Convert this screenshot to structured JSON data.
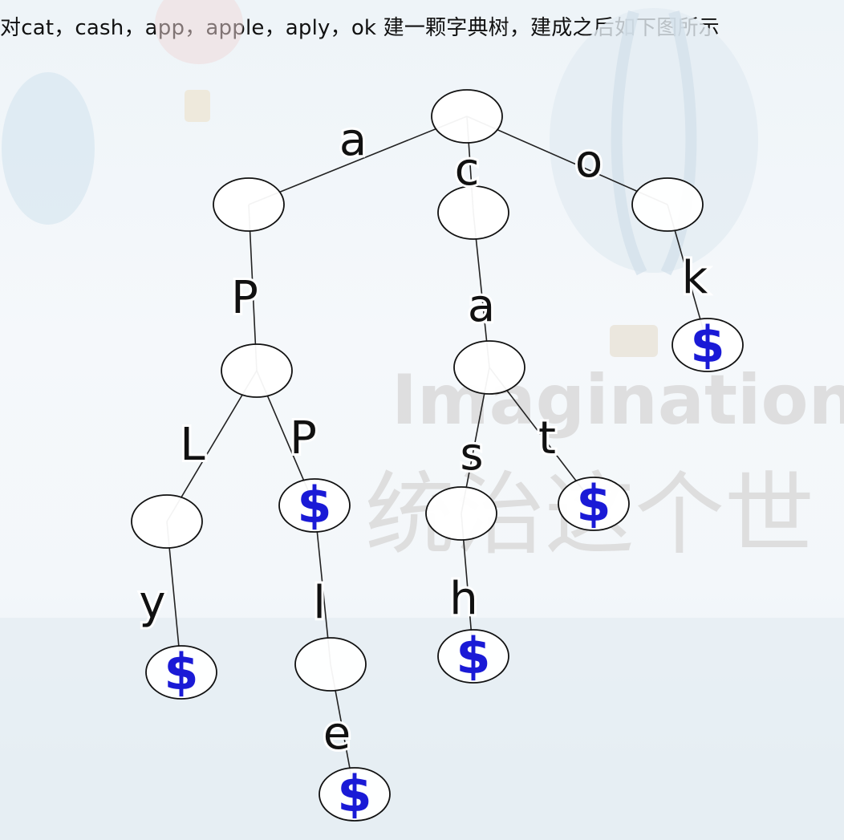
{
  "caption": "对cat，cash，app，apple，aply，ok 建一颗字典树，建成之后如下图所示",
  "watermark": {
    "line1": "Imagination",
    "line2": "统治这个世"
  },
  "colors": {
    "node_stroke": "#111111",
    "edge": "#222222",
    "label": "#111111",
    "end_mark": "#1a1ad6",
    "watermark": "#dcdcdc"
  },
  "tree": {
    "nodes": [
      {
        "id": "root",
        "end": false
      },
      {
        "id": "a",
        "end": false
      },
      {
        "id": "c",
        "end": false
      },
      {
        "id": "o",
        "end": false
      },
      {
        "id": "ap",
        "end": false
      },
      {
        "id": "ca",
        "end": false
      },
      {
        "id": "ok",
        "end": true,
        "mark": "$"
      },
      {
        "id": "apl",
        "end": false
      },
      {
        "id": "app",
        "end": true,
        "mark": "$"
      },
      {
        "id": "cas",
        "end": false
      },
      {
        "id": "cat",
        "end": true,
        "mark": "$"
      },
      {
        "id": "aply",
        "end": true,
        "mark": "$"
      },
      {
        "id": "appl",
        "end": false
      },
      {
        "id": "cash",
        "end": true,
        "mark": "$"
      },
      {
        "id": "apple",
        "end": true,
        "mark": "$"
      }
    ],
    "edges": [
      {
        "from": "root",
        "to": "a",
        "label": "a"
      },
      {
        "from": "root",
        "to": "c",
        "label": "c"
      },
      {
        "from": "root",
        "to": "o",
        "label": "o"
      },
      {
        "from": "a",
        "to": "ap",
        "label": "P"
      },
      {
        "from": "c",
        "to": "ca",
        "label": "a"
      },
      {
        "from": "o",
        "to": "ok",
        "label": "k"
      },
      {
        "from": "ap",
        "to": "apl",
        "label": "L"
      },
      {
        "from": "ap",
        "to": "app",
        "label": "P"
      },
      {
        "from": "ca",
        "to": "cas",
        "label": "s"
      },
      {
        "from": "ca",
        "to": "cat",
        "label": "t"
      },
      {
        "from": "apl",
        "to": "aply",
        "label": "y"
      },
      {
        "from": "app",
        "to": "appl",
        "label": "l"
      },
      {
        "from": "cas",
        "to": "cash",
        "label": "h"
      },
      {
        "from": "appl",
        "to": "apple",
        "label": "e"
      }
    ]
  }
}
